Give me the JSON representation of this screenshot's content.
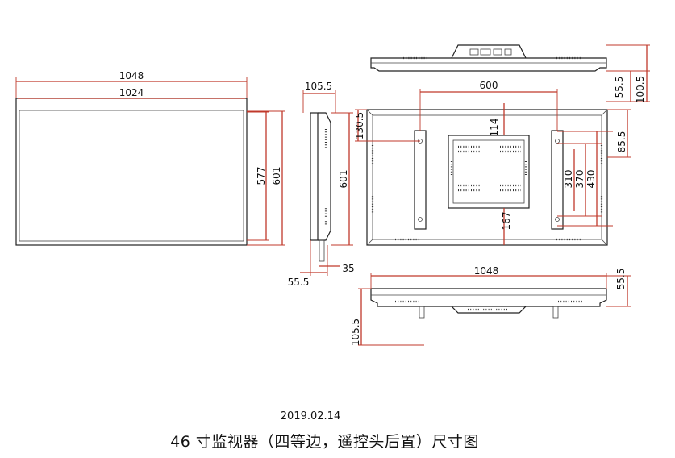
{
  "drawing": {
    "date": "2019.02.14",
    "title": "46 寸监视器（四等边，遥控头后置）尺寸图",
    "front_view": {
      "overall_width": "1048",
      "screen_width": "1024",
      "screen_height": "577",
      "overall_height": "601"
    },
    "side_view": {
      "depth": "105.5",
      "height": "601",
      "bottom_offset": "55.5",
      "bottom_depth": "35"
    },
    "rear_view": {
      "bracket_spacing": "600",
      "bracket_top": "130.5",
      "box_top": "114",
      "box_bottom": "167",
      "hole_310": "310",
      "hole_370": "370",
      "hole_430": "430",
      "right_offset": "85.5"
    },
    "top_view": {
      "height_55": "55.5",
      "height_100": "100.5"
    },
    "bottom_view": {
      "width": "1048",
      "height": "55.5",
      "bracket_depth": "105.5"
    }
  },
  "colors": {
    "dimension": "#c0392b",
    "outline": "#222222"
  }
}
